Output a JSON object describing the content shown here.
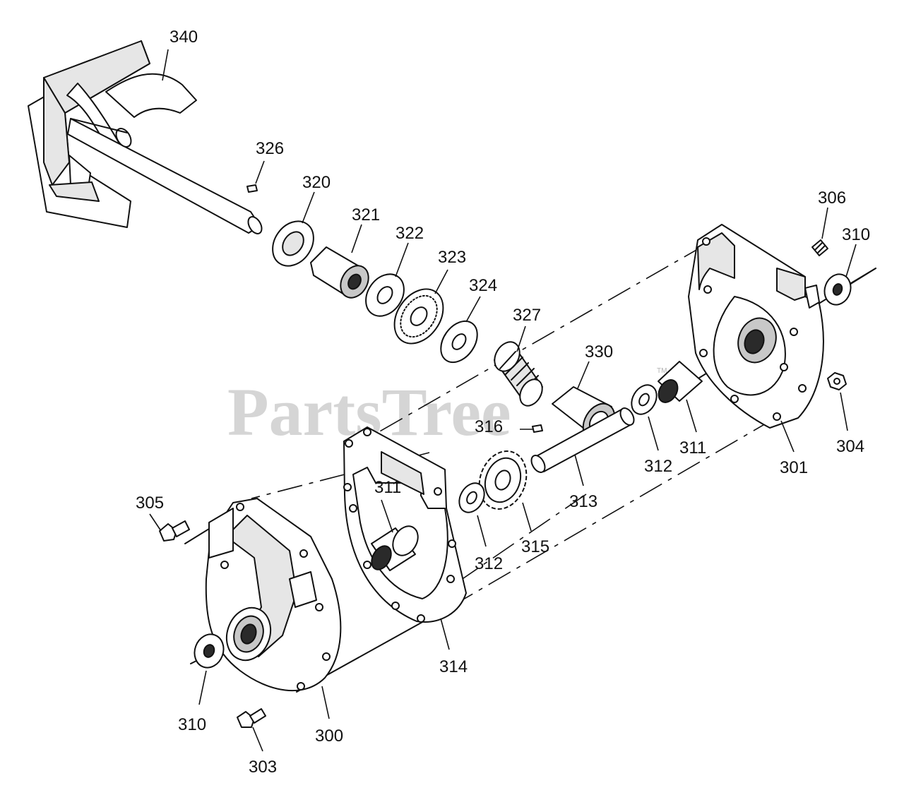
{
  "watermark": {
    "text": "PartsTree",
    "trademark": "TM"
  },
  "callouts": {
    "c300": "300",
    "c301": "301",
    "c303": "303",
    "c304": "304",
    "c305": "305",
    "c306": "306",
    "c310a": "310",
    "c310b": "310",
    "c311a": "311",
    "c311b": "311",
    "c312a": "312",
    "c312b": "312",
    "c313": "313",
    "c314": "314",
    "c315": "315",
    "c316": "316",
    "c320": "320",
    "c321": "321",
    "c322": "322",
    "c323": "323",
    "c324": "324",
    "c326": "326",
    "c327": "327",
    "c330": "330",
    "c340": "340"
  }
}
